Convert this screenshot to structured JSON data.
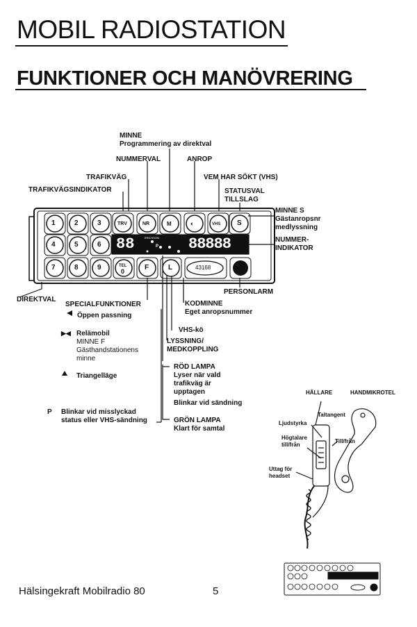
{
  "page": {
    "title": "MOBIL RADIOSTATION",
    "subtitle": "FUNKTIONER OCH MANÖVRERING",
    "footer": "Hälsingekraft Mobilradio 80",
    "page_number": "5"
  },
  "callouts": {
    "minne": "MINNE",
    "minne_sub": "Programmering av direktval",
    "nummerval": "NUMMERVAL",
    "anrop": "ANROP",
    "trafikvag": "TRAFIKVÄG",
    "vem_har_sokt": "VEM HAR SÖKT (VHS)",
    "trafikvagsindikator": "TRAFIKVÄGSINDIKATOR",
    "statusval": "STATUSVAL",
    "tillslag": "TILLSLAG",
    "minne_s": "MINNE S",
    "gastanropsnr": "Gästanropsnr",
    "medlyssning": "medlyssning",
    "nummer": "NUMMER-",
    "indikator": "INDIKATOR",
    "personlarm": "PERSONLARM",
    "direktval": "DIREKTVAL",
    "specialfunktioner": "SPECIALFUNKTIONER",
    "oppen_passning": "Öppen passning",
    "relamobil": "Relämobil",
    "minne_f": "MINNE F",
    "gasthand_1": "Gästhandstationens",
    "gasthand_2": "minne",
    "triangellage": "Triangelläge",
    "p_letter": "P",
    "blinkar_1": "Blinkar vid misslyckad",
    "blinkar_2": "status eller VHS-sändning",
    "kodminne": "KODMINNE",
    "eget_anropsnummer": "Eget anropsnummer",
    "vhs_ko": "VHS-kö",
    "lyssning": "LYSSNING/",
    "medkoppling": "MEDKOPPLING",
    "rod_lampa": "RÖD LAMPA",
    "lyser_1": "Lyser när vald",
    "lyser_2": "trafikväg är",
    "lyser_3": "upptagen",
    "blinkar_sand": "Blinkar vid sändning",
    "gron_lampa": "GRÖN LAMPA",
    "klart": "Klart för samtal"
  },
  "handset": {
    "hallare": "HÅLLARE",
    "handmikrotel": "HANDMIKROTEL",
    "taltangent": "Taltangent",
    "ljudstyrka": "Ljudstyrka",
    "hogtalare_1": "Högtalare",
    "hogtalare_2": "till/från",
    "till_fran": "Till/från",
    "uttag_1": "Uttag för",
    "uttag_2": "headset"
  },
  "panel": {
    "keys_row1": [
      "1",
      "2",
      "3"
    ],
    "keys_row2": [
      "4",
      "5",
      "6"
    ],
    "keys_row3": [
      "7",
      "8",
      "9"
    ],
    "key_trv": "TRV",
    "key_nr": "NR",
    "key_m": "M",
    "key_vhs": "VHS",
    "key_s": "S",
    "key_tel_top": "TEL",
    "key_tel_bottom": "0",
    "key_f": "F",
    "key_l": "L",
    "display_left": "88",
    "display_right": "88888",
    "brand": "ERICSSON",
    "display_p": "P",
    "code": "43168"
  }
}
